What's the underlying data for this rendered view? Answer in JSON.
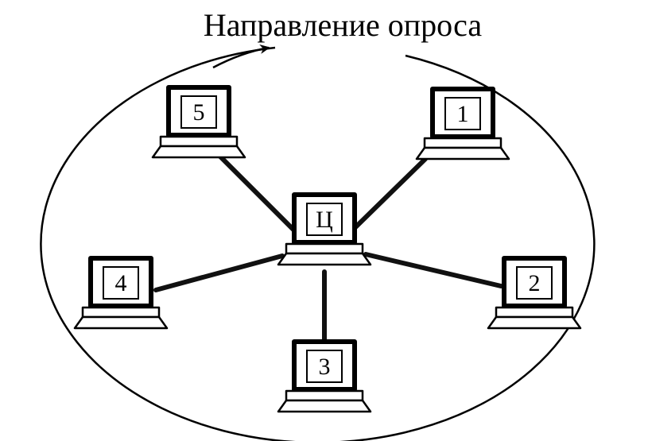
{
  "caption": "Направление опроса",
  "colors": {
    "ink": "#000000",
    "background": "#ffffff"
  },
  "nodes": [
    {
      "id": "hub",
      "label": "Ц"
    },
    {
      "id": "1",
      "label": "1"
    },
    {
      "id": "2",
      "label": "2"
    },
    {
      "id": "3",
      "label": "3"
    },
    {
      "id": "4",
      "label": "4"
    },
    {
      "id": "5",
      "label": "5"
    }
  ],
  "links": [
    {
      "from": "hub",
      "to": "1"
    },
    {
      "from": "hub",
      "to": "2"
    },
    {
      "from": "hub",
      "to": "3"
    },
    {
      "from": "hub",
      "to": "4"
    },
    {
      "from": "hub",
      "to": "5"
    }
  ]
}
